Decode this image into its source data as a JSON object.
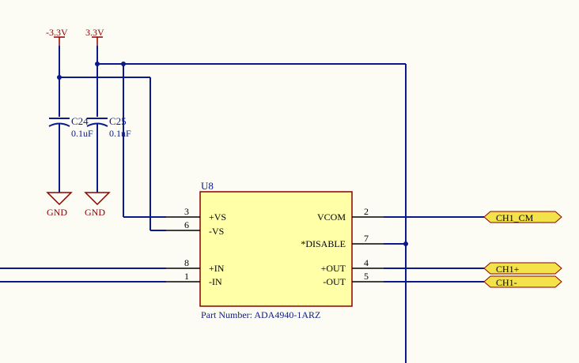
{
  "power": {
    "neg_rail": "-3.3V",
    "pos_rail": "3.3V",
    "ground_1": "GND",
    "ground_2": "GND"
  },
  "capacitors": [
    {
      "ref": "C24",
      "value": "0.1uF"
    },
    {
      "ref": "C25",
      "value": "0.1uF"
    }
  ],
  "ic": {
    "ref": "U8",
    "part_number": "Part Number: ADA4940-1ARZ",
    "pins": {
      "vs_pos": {
        "num": "3",
        "name": "+VS"
      },
      "vs_neg": {
        "num": "6",
        "name": "-VS"
      },
      "in_pos": {
        "num": "8",
        "name": "+IN"
      },
      "in_neg": {
        "num": "1",
        "name": "-IN"
      },
      "vcom": {
        "num": "2",
        "name": "VCOM"
      },
      "disable": {
        "num": "7",
        "name": "*DISABLE"
      },
      "out_pos": {
        "num": "4",
        "name": "+OUT"
      },
      "out_neg": {
        "num": "5",
        "name": "-OUT"
      }
    }
  },
  "ports": {
    "cm": "CH1_CM",
    "pos": "CH1+",
    "neg": "CH1-"
  },
  "colors": {
    "background": "#fdfcf4",
    "wire": "#0a1a8a",
    "power": "#8b0000",
    "ic_fill": "#ffffa8",
    "port_fill": "#f3e24a"
  }
}
